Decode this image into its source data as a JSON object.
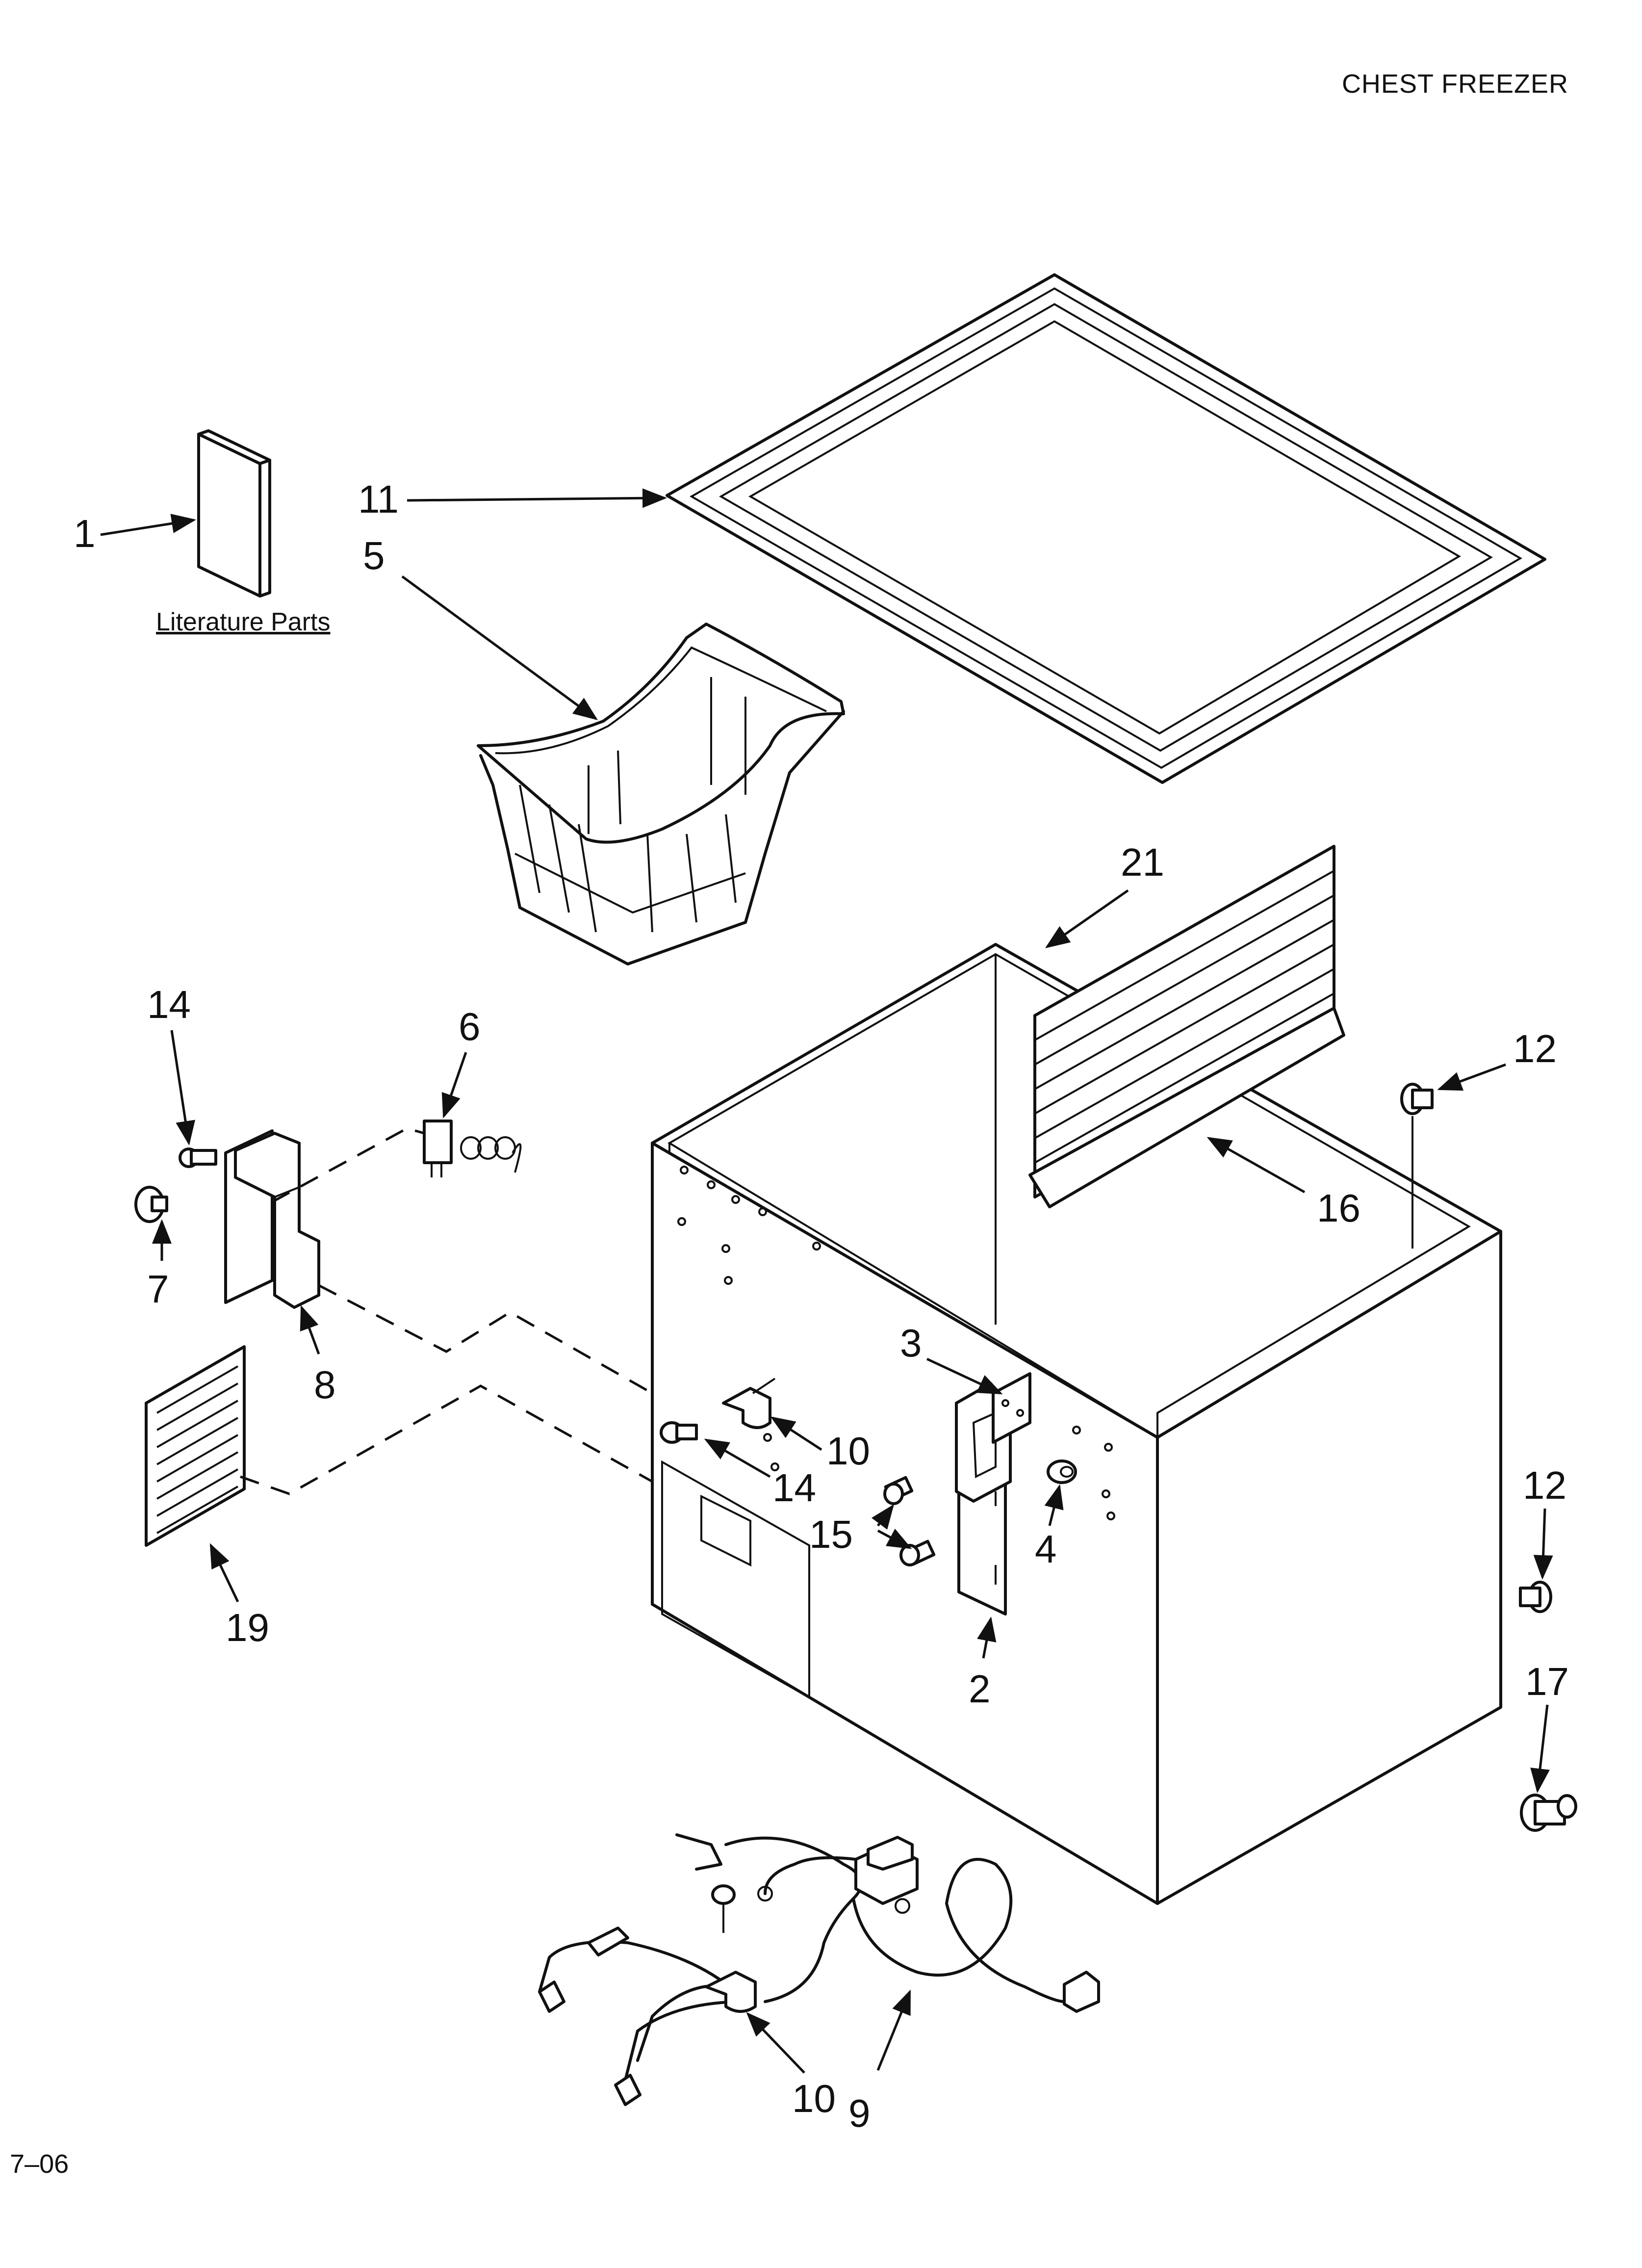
{
  "header": {
    "title": "CHEST FREEZER"
  },
  "footer": {
    "date_code": "7–06"
  },
  "literature": {
    "label": "Literature Parts"
  },
  "callouts": {
    "c1": "1",
    "c2": "2",
    "c3": "3",
    "c4": "4",
    "c5": "5",
    "c6": "6",
    "c7": "7",
    "c8": "8",
    "c9": "9",
    "c10a": "10",
    "c10b": "10",
    "c11": "11",
    "c12a": "12",
    "c12b": "12",
    "c14a": "14",
    "c14b": "14",
    "c15": "15",
    "c16": "16",
    "c17": "17",
    "c19": "19",
    "c21": "21"
  }
}
